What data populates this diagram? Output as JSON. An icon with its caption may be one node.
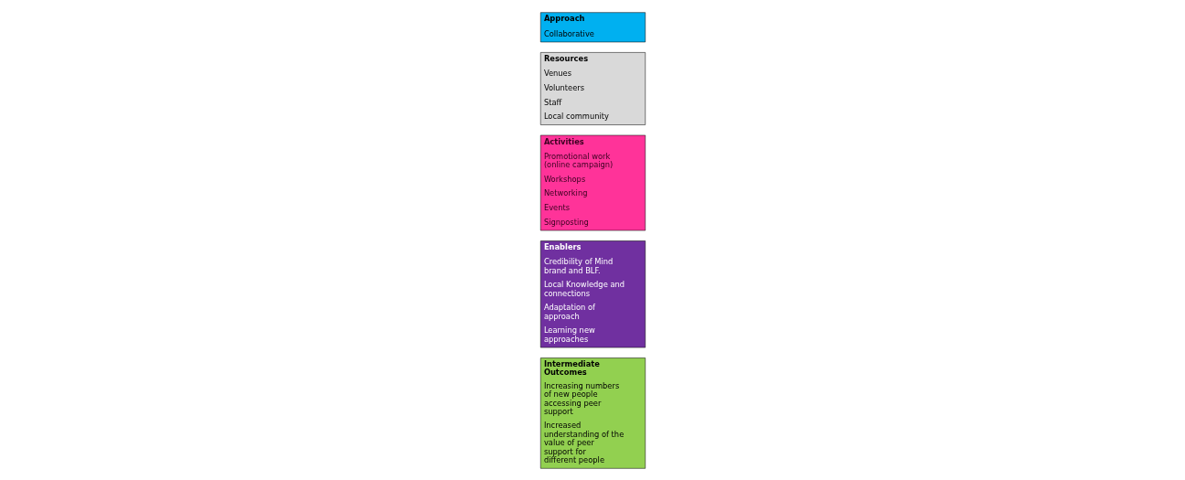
{
  "diagram": {
    "nodes": [
      {
        "text": [
          "Approach",
          "Collaborative"
        ]
      },
      {
        "text": [
          "Resources",
          "Venues",
          "Volunteers",
          "Staff",
          "Local community"
        ]
      },
      {
        "text": [
          "Activities",
          "Promotional work (online campaign)",
          "Workshops",
          "Networking",
          "Events",
          "Signposting"
        ]
      },
      {
        "text": [
          "Enablers",
          "Credibility of Mind brand and BLF.",
          "Local Knowledge and connections",
          "Adaptation of approach",
          "Learning new approaches"
        ]
      },
      {
        "text": [
          "Intermediate Outcomes",
          "Increasing numbers of new people accessing peer support",
          "Increased understanding of the value of peer support for different people"
        ]
      }
    ]
  }
}
